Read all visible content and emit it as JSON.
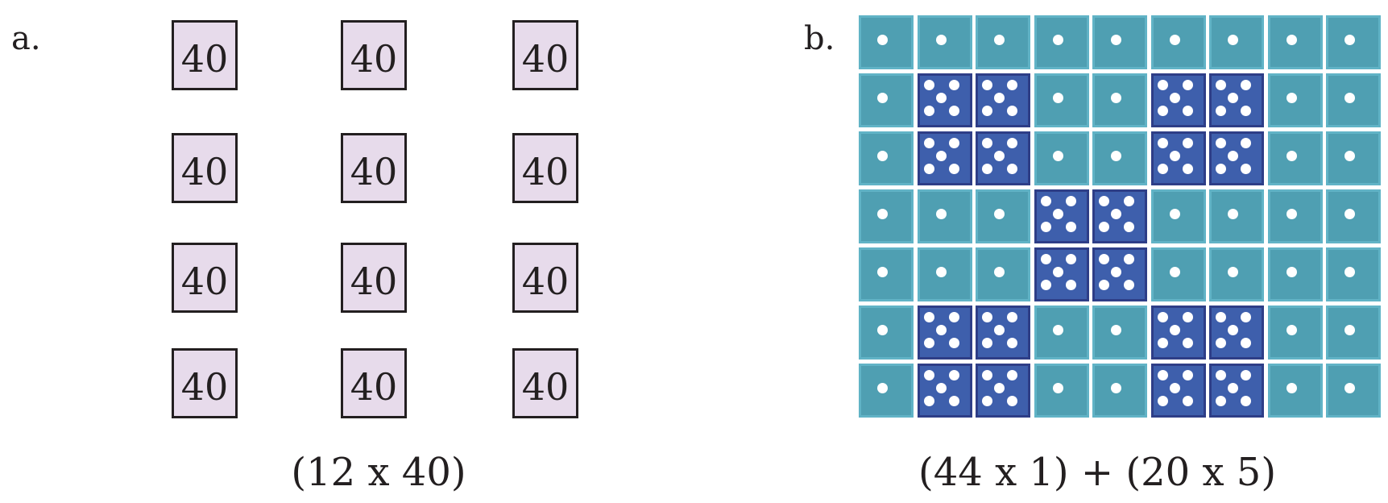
{
  "panel_a": {
    "label": "a.",
    "card_value": "40",
    "rows": 4,
    "cols": 3,
    "expression": "(12 x 40)"
  },
  "panel_b": {
    "label": "b.",
    "rows": 7,
    "cols": 9,
    "one_dot_color": "#4f9fb2",
    "five_dot_color": "#3e5fac",
    "five_dot_cells": [
      [
        1,
        1
      ],
      [
        1,
        2
      ],
      [
        1,
        5
      ],
      [
        1,
        6
      ],
      [
        2,
        1
      ],
      [
        2,
        2
      ],
      [
        2,
        5
      ],
      [
        2,
        6
      ],
      [
        3,
        3
      ],
      [
        3,
        4
      ],
      [
        4,
        3
      ],
      [
        4,
        4
      ],
      [
        5,
        1
      ],
      [
        5,
        2
      ],
      [
        5,
        5
      ],
      [
        5,
        6
      ],
      [
        6,
        1
      ],
      [
        6,
        2
      ],
      [
        6,
        5
      ],
      [
        6,
        6
      ]
    ],
    "expression": "(44 x 1) + (20 x 5)"
  },
  "colors": {
    "card_fill": "#e7dbeb",
    "ink": "#231f20"
  }
}
